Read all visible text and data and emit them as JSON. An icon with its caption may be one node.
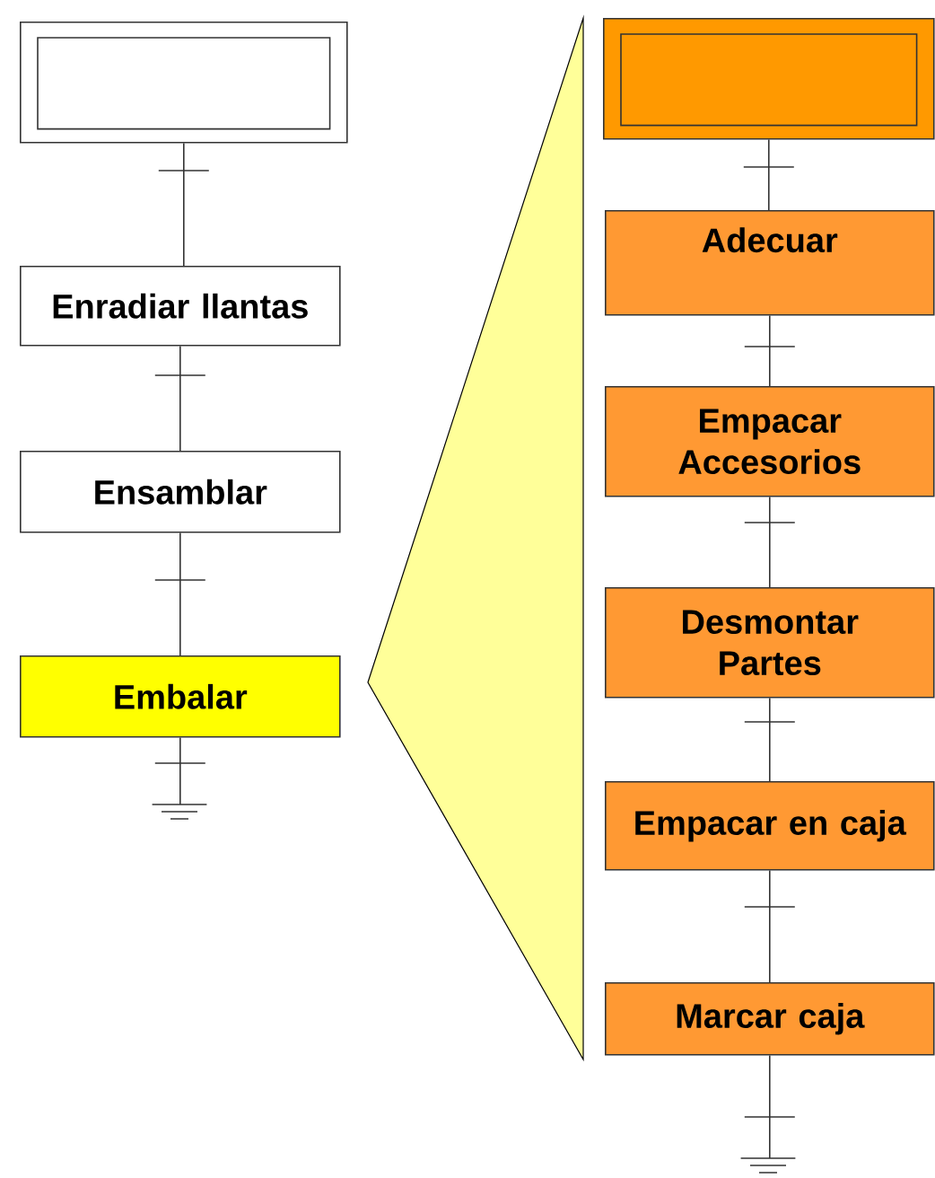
{
  "diagram": {
    "nodes": [
      {
        "text": [],
        "shape": "box"
      },
      {
        "text": [
          "Enradiar llantas"
        ]
      },
      {
        "text": [
          "Ensamblar"
        ]
      },
      {
        "text": [
          "Embalar"
        ]
      },
      {
        "text": [],
        "shape": "box"
      },
      {
        "text": [
          "Adecuar"
        ]
      },
      {
        "text": [
          "Empacar Accesorios"
        ]
      },
      {
        "text": [
          "Desmontar Partes"
        ]
      },
      {
        "text": [
          "Empacar en caja"
        ]
      },
      {
        "text": [
          "Marcar caja"
        ]
      },
      {
        "text": [],
        "shape": "callout"
      },
      {
        "text": [],
        "shape": "ground"
      },
      {
        "text": [],
        "shape": "ground"
      }
    ],
    "edges": [
      {
        "from": 0,
        "to": 1,
        "arrow": "none"
      },
      {
        "from": 1,
        "to": 2,
        "arrow": "none"
      },
      {
        "from": 2,
        "to": 3,
        "arrow": "none"
      },
      {
        "from": 3,
        "to": 11,
        "arrow": "none"
      },
      {
        "from": 4,
        "to": 5,
        "arrow": "none"
      },
      {
        "from": 5,
        "to": 6,
        "arrow": "none"
      },
      {
        "from": 6,
        "to": 7,
        "arrow": "none"
      },
      {
        "from": 7,
        "to": 8,
        "arrow": "none"
      },
      {
        "from": 8,
        "to": 9,
        "arrow": "none"
      },
      {
        "from": 9,
        "to": 12,
        "arrow": "none"
      }
    ]
  }
}
